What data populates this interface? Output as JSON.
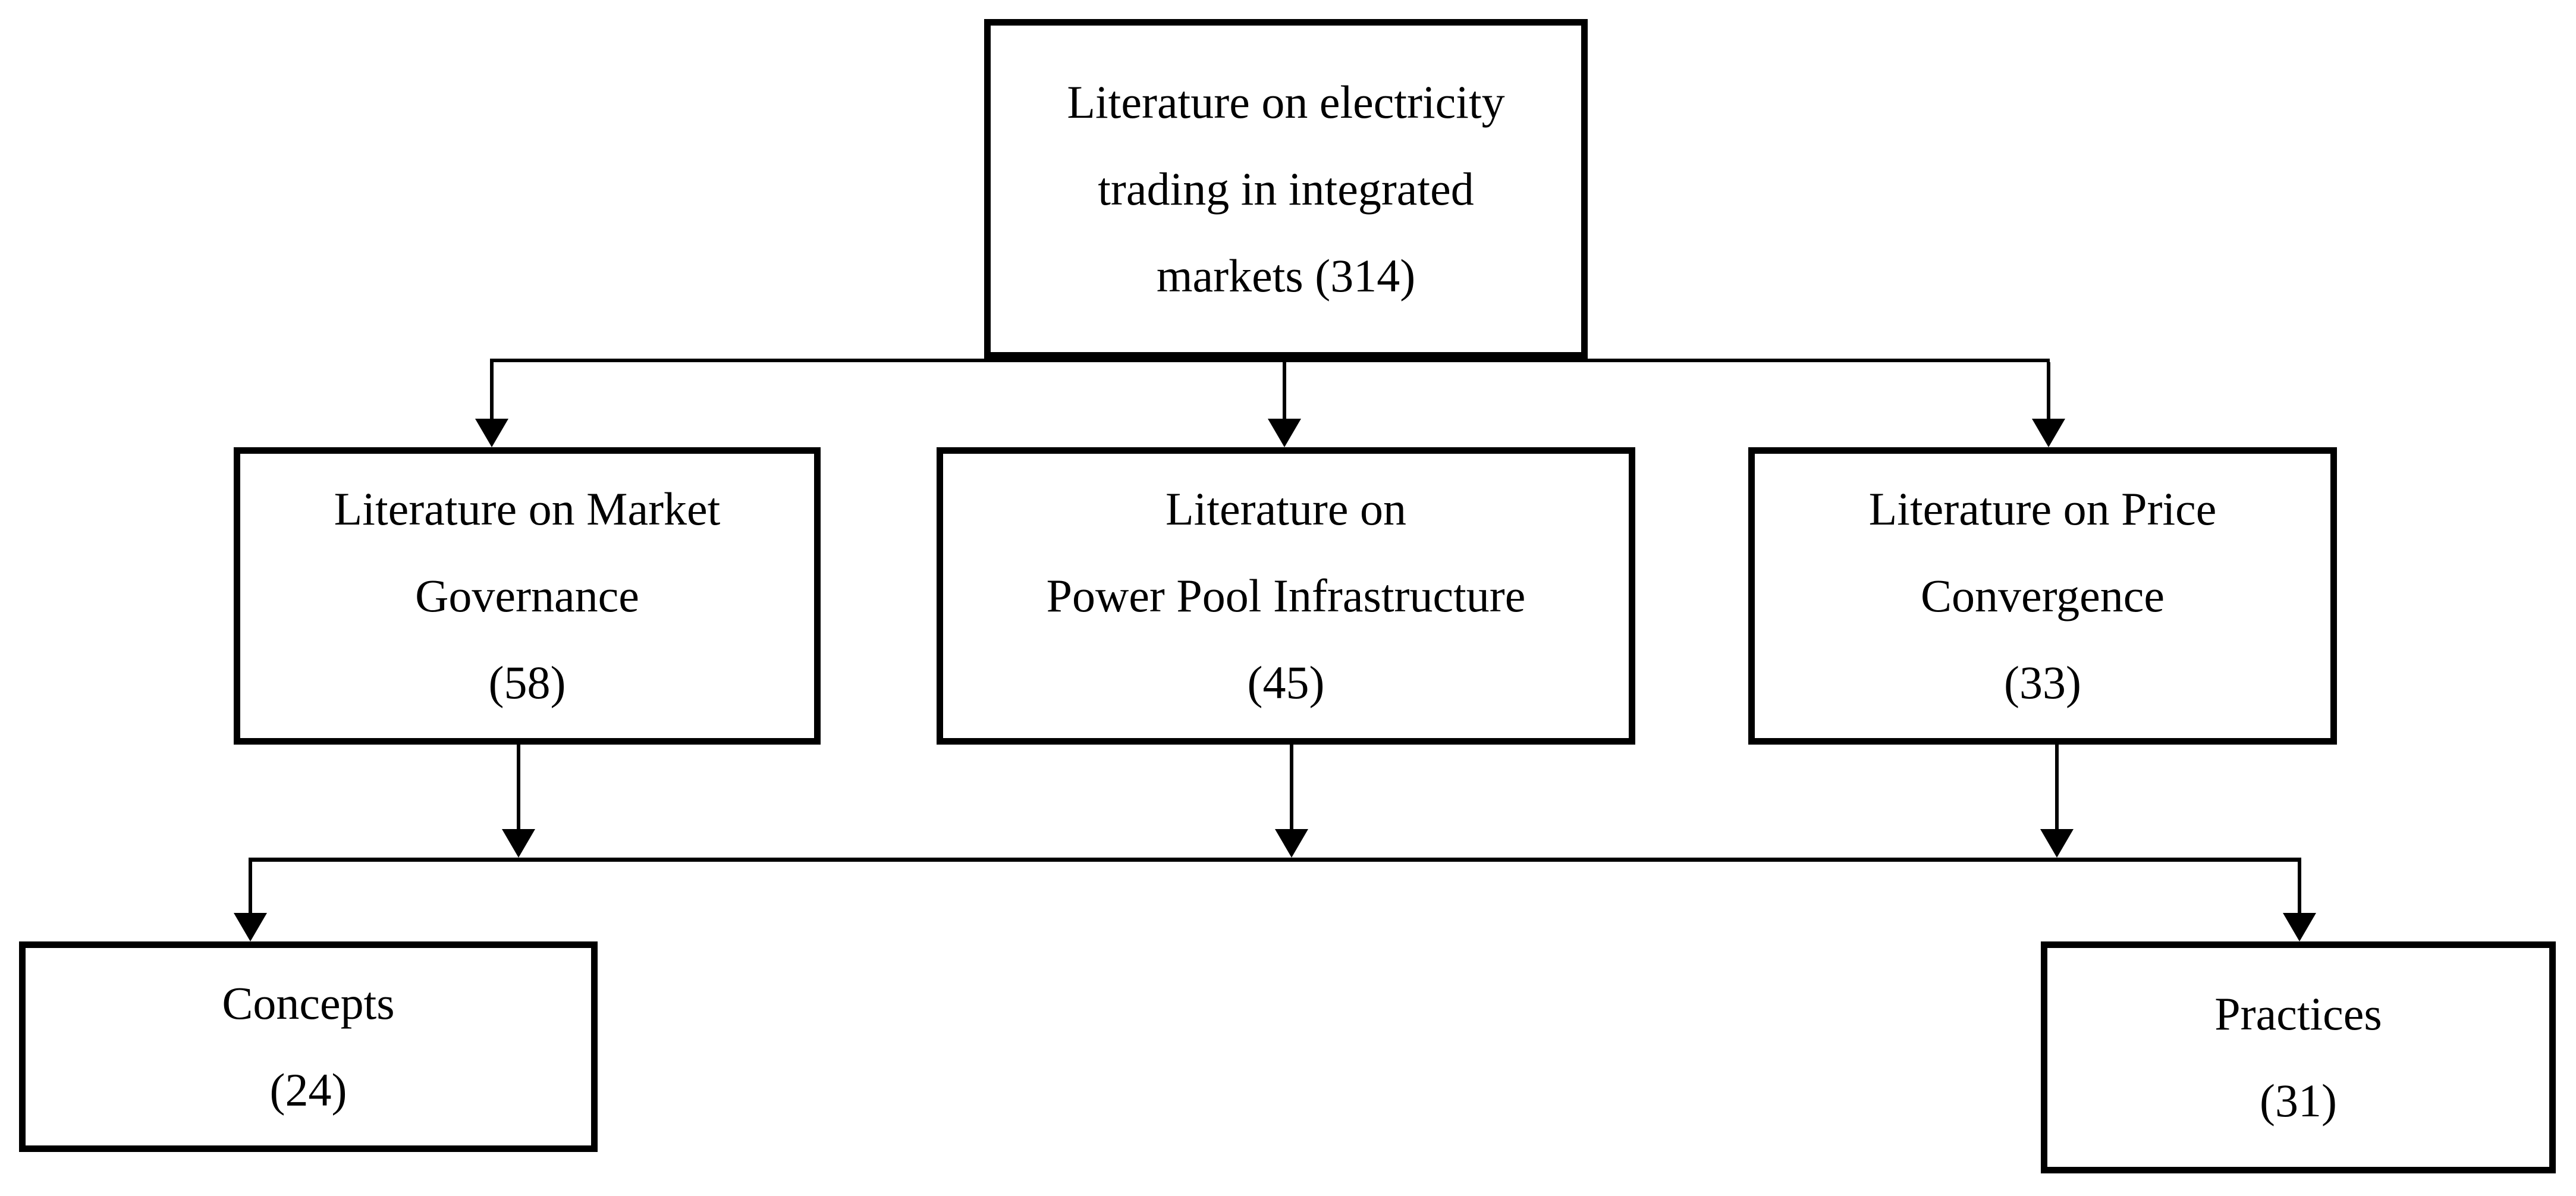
{
  "figure": {
    "type": "flowchart",
    "background": "#ffffff",
    "stroke_color": "#000000",
    "nodes": {
      "root": {
        "lines": [
          "Literature on electricity",
          "trading in integrated",
          "markets (314)"
        ]
      },
      "market_governance": {
        "lines": [
          "Literature on Market",
          "Governance",
          "(58)"
        ]
      },
      "power_pool_infrastructure": {
        "lines": [
          "Literature on",
          "Power Pool Infrastructure",
          "(45)"
        ]
      },
      "price_convergence": {
        "lines": [
          "Literature on Price",
          "Convergence",
          "(33)"
        ]
      },
      "concepts": {
        "lines": [
          "Concepts",
          "(24)"
        ]
      },
      "practices": {
        "lines": [
          "Practices",
          "(31)"
        ]
      }
    },
    "edges": [
      {
        "from": "root",
        "to": "market_governance"
      },
      {
        "from": "root",
        "to": "power_pool_infrastructure"
      },
      {
        "from": "root",
        "to": "price_convergence"
      },
      {
        "from": "market_governance",
        "to": "bottom_bus"
      },
      {
        "from": "power_pool_infrastructure",
        "to": "bottom_bus"
      },
      {
        "from": "price_convergence",
        "to": "bottom_bus"
      },
      {
        "from": "bottom_bus",
        "to": "concepts"
      },
      {
        "from": "bottom_bus",
        "to": "practices"
      }
    ]
  }
}
